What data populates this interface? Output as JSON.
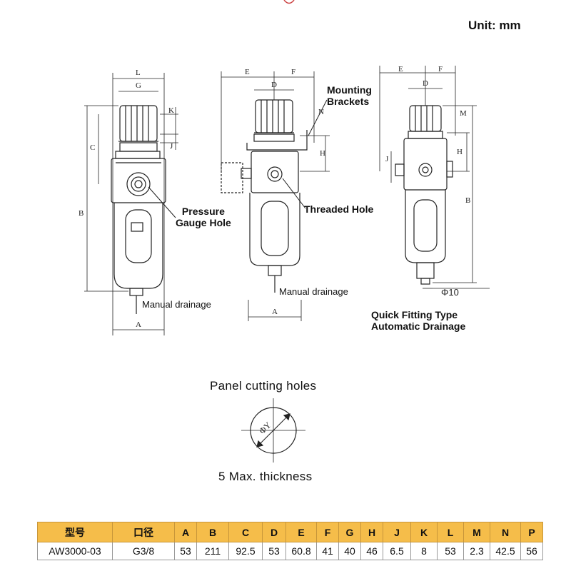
{
  "unit_label": "Unit: mm",
  "callouts": {
    "mounting_brackets": "Mounting\nBrackets",
    "pressure_gauge_hole": "Pressure\nGauge Hole",
    "threaded_hole": "Threaded Hole",
    "manual_drainage_left": "Manual drainage",
    "manual_drainage_mid": "Manual drainage",
    "quick_fitting": "Quick Fitting Type\nAutomatic Drainage"
  },
  "dim_letters": {
    "left_view": [
      "L",
      "G",
      "K",
      "C",
      "J",
      "B",
      "A"
    ],
    "mid_view": [
      "E",
      "F",
      "D",
      "N",
      "H",
      "A"
    ],
    "right_view": [
      "E",
      "F",
      "D",
      "M",
      "H",
      "J",
      "B",
      "Φ10"
    ]
  },
  "panel": {
    "title": "Panel cutting holes",
    "thickness": "5 Max. thickness",
    "diameter_label": "ΦY"
  },
  "spec_table": {
    "headers": [
      "型号",
      "口径",
      "A",
      "B",
      "C",
      "D",
      "E",
      "F",
      "G",
      "H",
      "J",
      "K",
      "L",
      "M",
      "N",
      "P"
    ],
    "rows": [
      [
        "AW3000-03",
        "G3/8",
        "53",
        "211",
        "92.5",
        "53",
        "60.8",
        "41",
        "40",
        "46",
        "6.5",
        "8",
        "53",
        "2.3",
        "42.5",
        "56"
      ]
    ]
  },
  "colors": {
    "table_header": "#f5bd4a",
    "line": "#222222"
  }
}
